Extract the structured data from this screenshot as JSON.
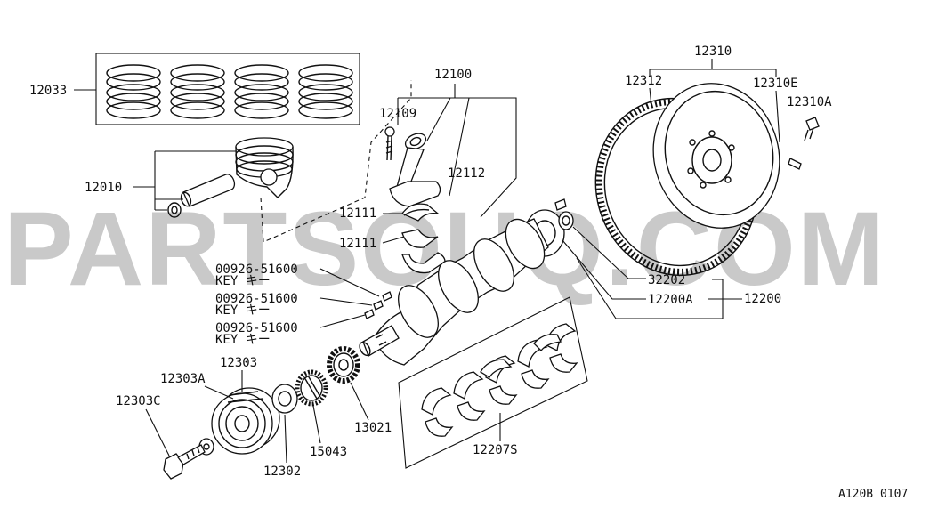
{
  "watermark": "PARTSOUQ.COM",
  "diagram_code": "A120B 0107",
  "callouts": {
    "p12033": "12033",
    "p12010": "12010",
    "p12100": "12100",
    "p12109": "12109",
    "p12112": "12112",
    "p12111a": "12111",
    "p12111b": "12111",
    "p12310": "12310",
    "p12312": "12312",
    "p12310E": "12310E",
    "p12310A": "12310A",
    "p32202": "32202",
    "p12200A": "12200A",
    "p12200": "12200",
    "key1_code": "00926-51600",
    "key1_label": "KEY キー",
    "key2_code": "00926-51600",
    "key2_label": "KEY キー",
    "key3_code": "00926-51600",
    "key3_label": "KEY キー",
    "p12303": "12303",
    "p12303A": "12303A",
    "p12303C": "12303C",
    "p12302": "12302",
    "p15043": "15043",
    "p13021": "13021",
    "p12207S": "12207S"
  }
}
